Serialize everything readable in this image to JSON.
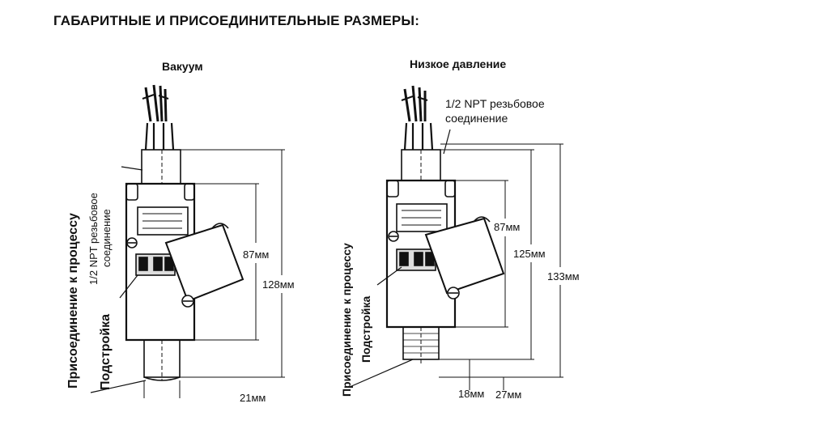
{
  "title": "ГАБАРИТНЫЕ И ПРИСОЕДИНИТЕЛЬНЫЕ РАЗМЕРЫ:",
  "left": {
    "subtitle": "Вакуум",
    "thread_label_line1": "1/2 NPT резьбовое",
    "thread_label_line2": "соединение",
    "process_connection": "Присоединение к процессу",
    "adjustment": "Подстройка",
    "dim_87": "87мм",
    "dim_128": "128мм",
    "dim_21": "21мм"
  },
  "right": {
    "subtitle": "Низкое давление",
    "thread_label_line1": "1/2 NPT резьбовое",
    "thread_label_line2": "соединение",
    "process_connection": "Присоединение к процессу",
    "adjustment": "Подстройка",
    "dim_87": "87мм",
    "dim_125": "125мм",
    "dim_133": "133мм",
    "dim_18": "18мм",
    "dim_27": "27мм"
  }
}
